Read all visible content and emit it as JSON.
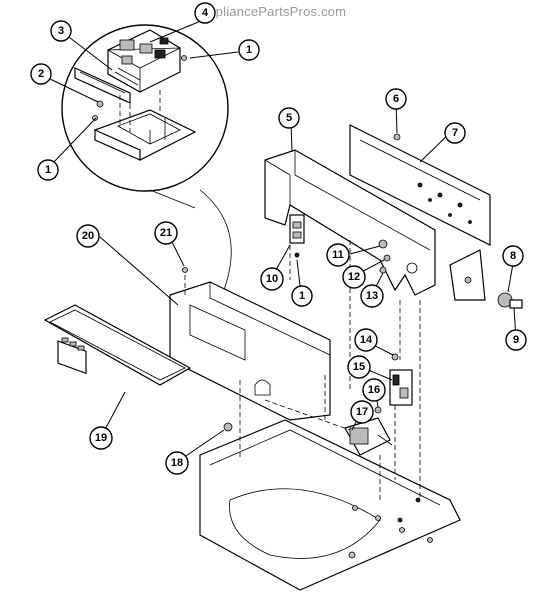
{
  "watermark": "appliancePartsPros.com",
  "callouts": [
    {
      "id": "c3",
      "label": "3"
    },
    {
      "id": "c4",
      "label": "4"
    },
    {
      "id": "c1a",
      "label": "1"
    },
    {
      "id": "c2",
      "label": "2"
    },
    {
      "id": "c1b",
      "label": "1"
    },
    {
      "id": "c6",
      "label": "6"
    },
    {
      "id": "c5",
      "label": "5"
    },
    {
      "id": "c7",
      "label": "7"
    },
    {
      "id": "c20",
      "label": "20"
    },
    {
      "id": "c21",
      "label": "21"
    },
    {
      "id": "c11",
      "label": "11"
    },
    {
      "id": "c8",
      "label": "8"
    },
    {
      "id": "c10",
      "label": "10"
    },
    {
      "id": "c12",
      "label": "12"
    },
    {
      "id": "c13",
      "label": "13"
    },
    {
      "id": "c1c",
      "label": "1"
    },
    {
      "id": "c9",
      "label": "9"
    },
    {
      "id": "c14",
      "label": "14"
    },
    {
      "id": "c15",
      "label": "15"
    },
    {
      "id": "c16",
      "label": "16"
    },
    {
      "id": "c17",
      "label": "17"
    },
    {
      "id": "c19",
      "label": "19"
    },
    {
      "id": "c18",
      "label": "18"
    }
  ]
}
